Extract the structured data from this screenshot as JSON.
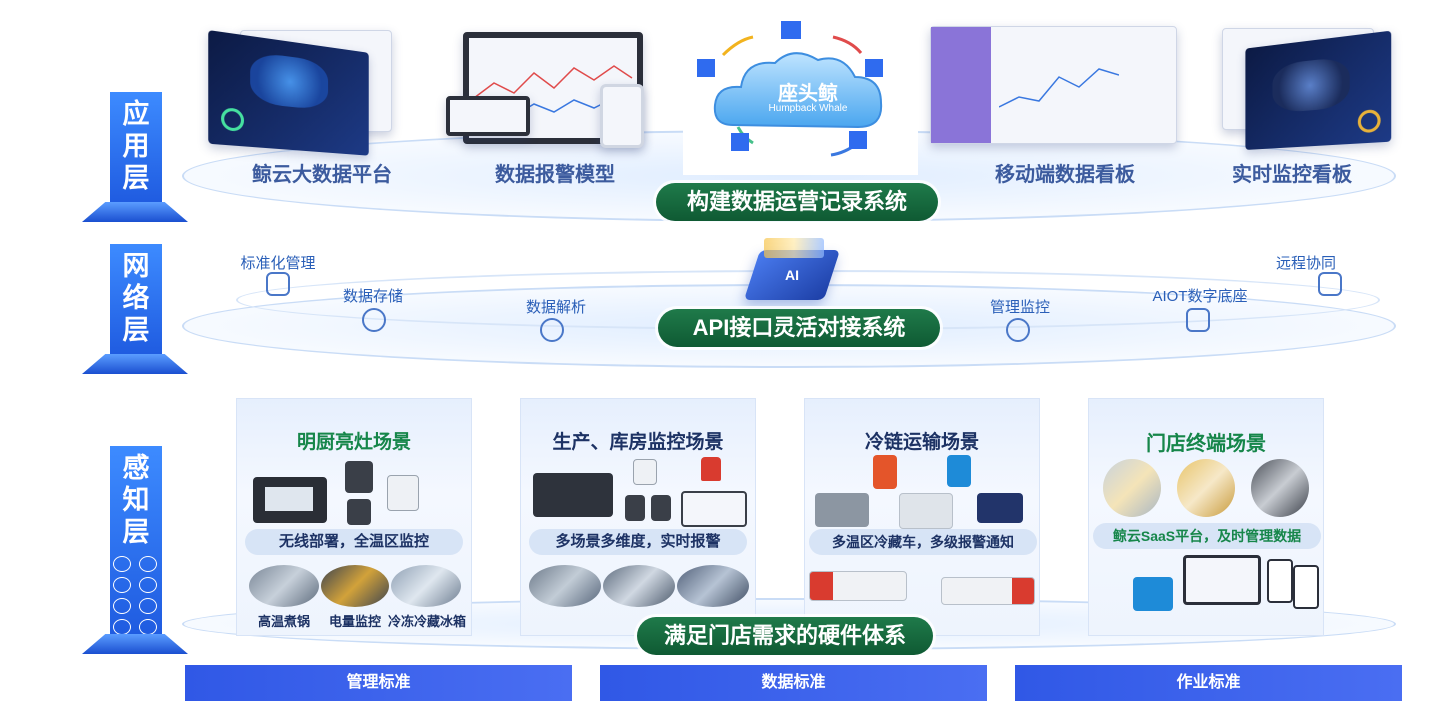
{
  "layers": {
    "app": "应用层",
    "network": "网络层",
    "perception": "感知层"
  },
  "app_layer": {
    "items": [
      "鲸云大数据平台",
      "数据报警模型",
      "移动端数据看板",
      "实时监控看板"
    ],
    "cloud_logo": "座头鲸",
    "cloud_sub": "Humpback Whale",
    "pill": "构建数据运营记录系统"
  },
  "network_layer": {
    "items": [
      "标准化管理",
      "数据存储",
      "数据解析",
      "管理监控",
      "AIOT数字底座",
      "远程协同"
    ],
    "chip_label": "AI",
    "pill": "API接口灵活对接系统"
  },
  "perception_layer": {
    "panels": [
      {
        "title": "明厨亮灶场景",
        "band": "无线部署，全温区监控",
        "captions": [
          "高温煮锅",
          "电量监控",
          "冷冻冷藏冰箱"
        ]
      },
      {
        "title": "生产、库房监控场景",
        "band": "多场景多维度，实时报警",
        "captions": []
      },
      {
        "title": "冷链运输场景",
        "band": "多温区冷藏车，多级报警通知",
        "captions": []
      },
      {
        "title": "门店终端场景",
        "band": "鲸云SaaS平台，及时管理数据",
        "captions": []
      }
    ],
    "pill": "满足门店需求的硬件体系"
  },
  "footer": [
    "管理标准",
    "数据标准",
    "作业标准"
  ],
  "colors": {
    "accent_blue": "#2f6bef",
    "pill_green": "#1a6e42",
    "title_green": "#16864a",
    "caption_blue": "#3c5b9e"
  }
}
